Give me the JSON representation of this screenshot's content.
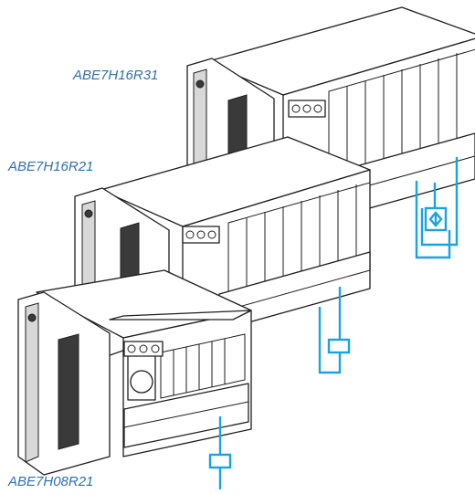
{
  "labels": {
    "top": "ABE7H16R31",
    "middle": "ABE7H16R21",
    "bottom": "ABE7H08R21"
  },
  "colors": {
    "label_text": "#2f6fb0",
    "wiring": "#1aa3e0",
    "outline": "#1e1e1e"
  },
  "icons": {
    "sensor": "diamond-sensor-icon",
    "load": "rectangle-load-icon"
  }
}
